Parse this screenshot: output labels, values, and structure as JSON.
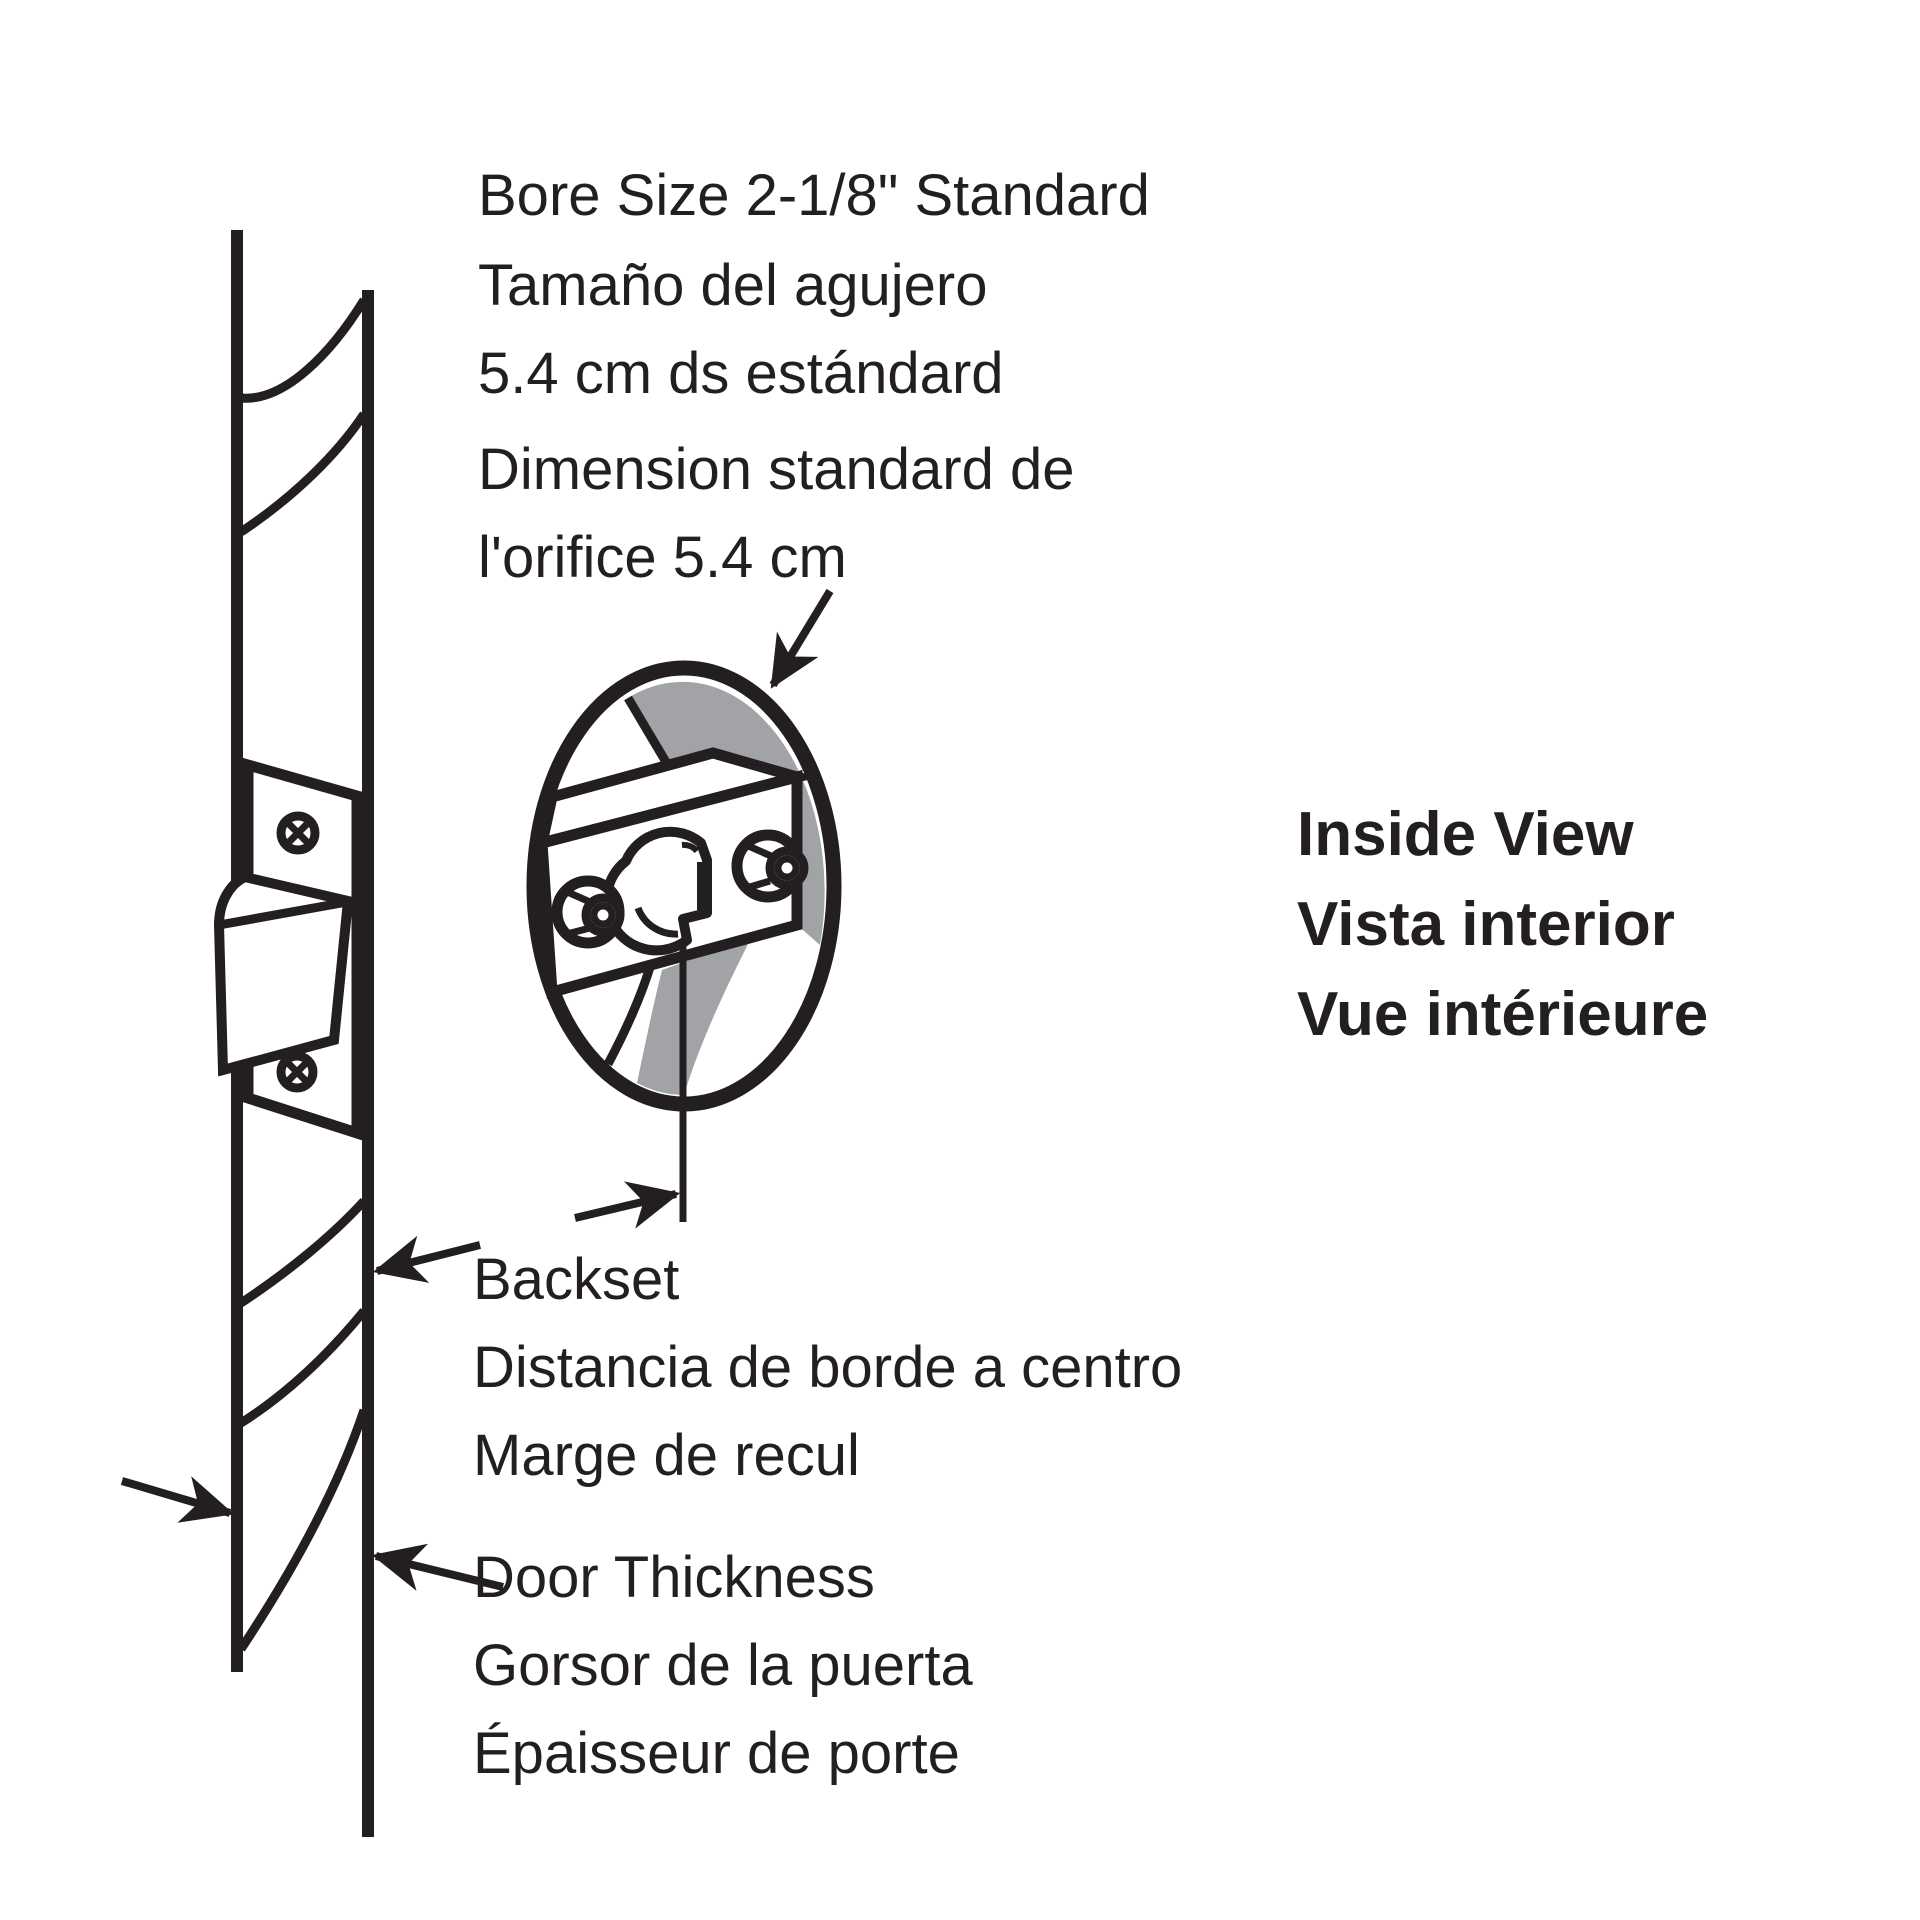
{
  "diagram_title": "Door lock installation dimensions diagram",
  "colors": {
    "ink": "#231f20",
    "bore_shading": "#a1a3a6",
    "background": "#ffffff"
  },
  "labels": {
    "bore_size": {
      "en": "Bore Size 2-1/8\" Standard",
      "es": [
        "Tamaño del agujero",
        "5.4 cm ds estándard"
      ],
      "fr": [
        "Dimension standard de",
        "l'orifice 5.4 cm"
      ]
    },
    "inside_view": {
      "en": "Inside View",
      "es": "Vista interior",
      "fr": "Vue intérieure"
    },
    "backset": {
      "en": "Backset",
      "es": "Distancia de borde a centro",
      "fr": "Marge de recul"
    },
    "door_thickness": {
      "en": "Door Thickness",
      "es": "Gorsor de la puerta",
      "fr": "Épaisseur de porte"
    }
  },
  "annotations": {
    "arrows": [
      {
        "name": "bore-size-arrow",
        "points_at": "bore hole rim"
      },
      {
        "name": "backset-centerline-arrow",
        "points_at": "bore centerline"
      },
      {
        "name": "backset-edge-arrow",
        "points_at": "door edge face"
      },
      {
        "name": "door-thickness-left-arrow",
        "points_at": "door outer face"
      },
      {
        "name": "door-thickness-right-arrow",
        "points_at": "door inner face"
      }
    ]
  }
}
